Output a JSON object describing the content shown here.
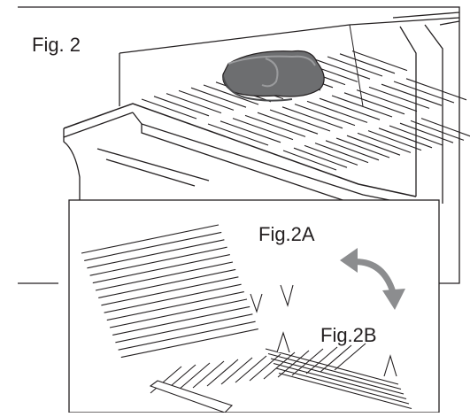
{
  "figure": {
    "main_label": "Fig. 2",
    "inset_label_a": "Fig.2A",
    "inset_label_b": "Fig.2B"
  },
  "colors": {
    "line": "#231f20",
    "meat": "#6d6e70",
    "meat_dark": "#4a4b4d",
    "meat_light": "#9a9b9d",
    "arrow": "#8c8d8f",
    "background": "#ffffff"
  },
  "icons": {
    "rotate_arrow": "double-headed-curved-arrow-icon"
  }
}
